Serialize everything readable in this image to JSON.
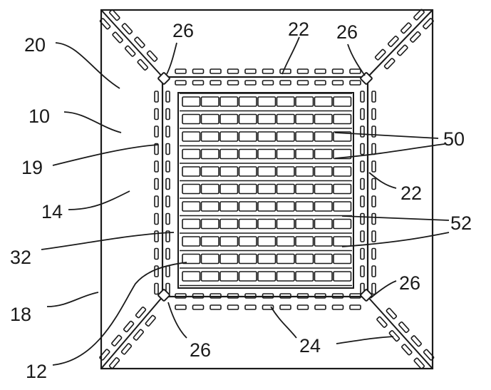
{
  "figure": {
    "labels": {
      "ref_20": "20",
      "ref_10": "10",
      "ref_19": "19",
      "ref_14": "14",
      "ref_32": "32",
      "ref_18": "18",
      "ref_12": "12",
      "ref_26_top_left": "26",
      "ref_22_top": "22",
      "ref_26_top_right": "26",
      "ref_50": "50",
      "ref_22_right": "22",
      "ref_52": "52",
      "ref_26_bottom_right": "26",
      "ref_24": "24",
      "ref_26_bottom_left": "26"
    },
    "colors": {
      "ink": "#1a1a1a",
      "paper": "#ffffff"
    }
  }
}
